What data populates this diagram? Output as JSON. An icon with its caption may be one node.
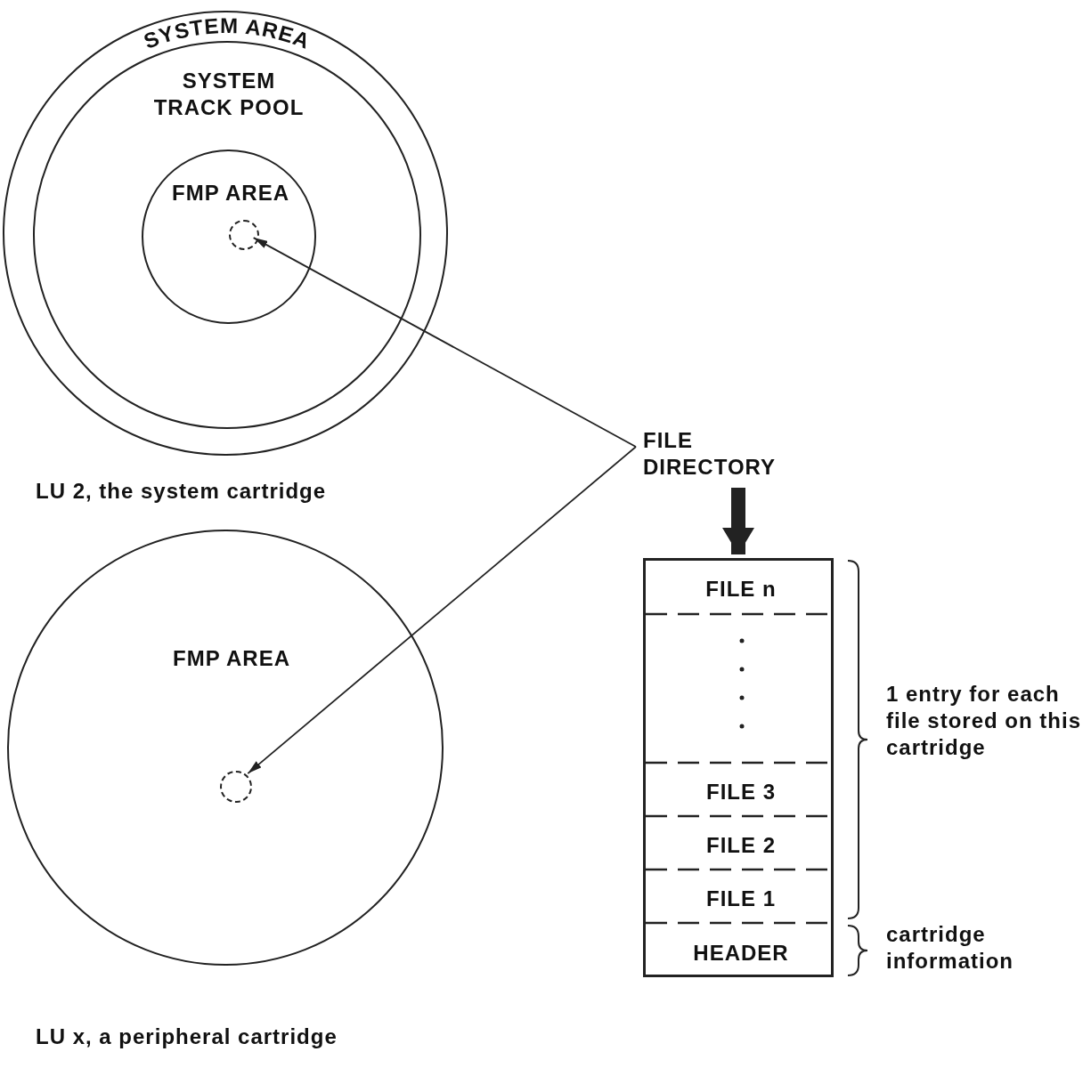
{
  "diagram": {
    "nodes": [
      {
        "text": [
          "SYSTEM AREA"
        ],
        "beside": [
          "LU 2, the system cartridge"
        ]
      },
      {
        "text": [
          "SYSTEM TRACK POOL"
        ],
        "in": 0
      },
      {
        "text": [
          "FMP AREA"
        ],
        "in": 1
      },
      {
        "text": [],
        "shape": "circle",
        "in": 2
      },
      {
        "text": [
          "FMP AREA"
        ],
        "beside": [
          "LU x, a peripheral cartridge"
        ]
      },
      {
        "text": [],
        "shape": "circle",
        "in": 4
      },
      {
        "text": [
          "FILE DIRECTORY"
        ]
      },
      {
        "text": [],
        "shape": "box"
      },
      {
        "text": [
          "FILE n"
        ],
        "in": 7
      },
      {
        "text": [
          "FILE 3"
        ],
        "in": 7
      },
      {
        "text": [
          "FILE 2"
        ],
        "in": 7
      },
      {
        "text": [
          "FILE 1"
        ],
        "in": 7
      },
      {
        "text": [
          "HEADER"
        ],
        "in": 7
      }
    ],
    "edges": [
      {
        "from": 6,
        "to": 3,
        "arrow": "to"
      },
      {
        "from": 6,
        "to": 5,
        "arrow": "to"
      },
      {
        "from": 6,
        "to": 7,
        "arrow": "to",
        "style": "thick"
      }
    ],
    "labels": [
      "1 entry for each file stored on this cartridge",
      "cartridge information"
    ]
  }
}
